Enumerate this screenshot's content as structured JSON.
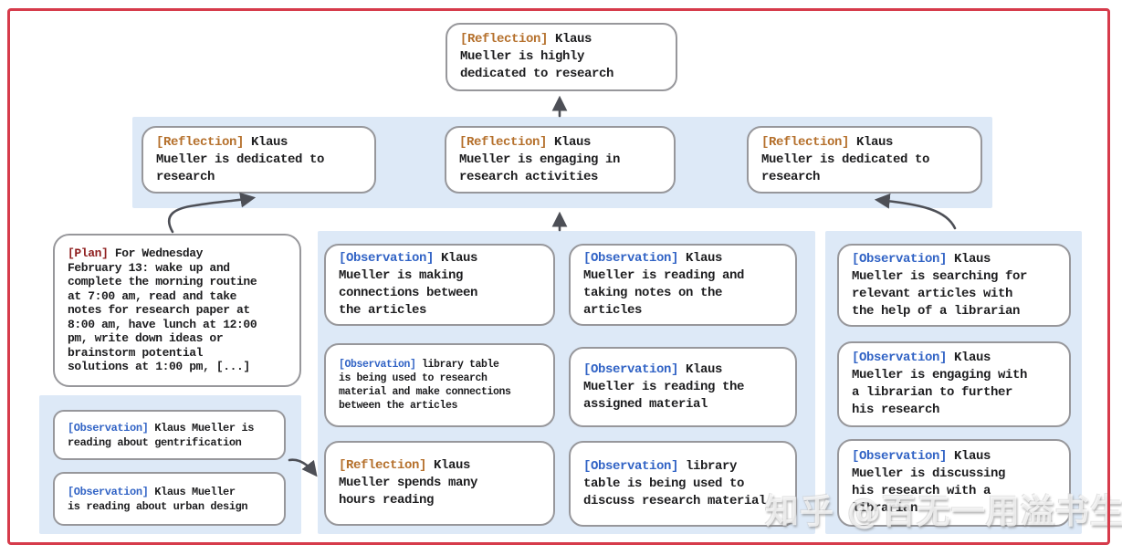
{
  "watermark": "知乎 @百无一用溢书生",
  "root_node": {
    "tag": "[Reflection]",
    "text": "Klaus\nMueller is highly\ndedicated to research"
  },
  "reflection_row": [
    {
      "tag": "[Reflection]",
      "text": "Klaus\nMueller is dedicated to\nresearch"
    },
    {
      "tag": "[Reflection]",
      "text": "Klaus\nMueller is engaging in\nresearch activities"
    },
    {
      "tag": "[Reflection]",
      "text": "Klaus\nMueller is dedicated to\nresearch"
    }
  ],
  "plan_node": {
    "tag": "[Plan]",
    "text": "For Wednesday\nFebruary 13: wake up and\ncomplete the morning routine\nat 7:00 am, read and take\nnotes for research paper at\n8:00 am, have lunch at 12:00\npm, write down ideas or\nbrainstorm potential\nsolutions at 1:00 pm, [...]"
  },
  "left_panel": [
    {
      "tag": "[Observation]",
      "text": "Klaus Mueller is\nreading about gentrification"
    },
    {
      "tag": "[Observation]",
      "text": "Klaus Mueller\nis reading about urban design"
    }
  ],
  "middle_panel_col1": [
    {
      "tag": "[Observation]",
      "text": "Klaus\nMueller is making\nconnections between\nthe articles"
    },
    {
      "tag": "[Observation]",
      "text": "library table\nis being used to research\nmaterial and make connections\nbetween the articles"
    },
    {
      "tag": "[Reflection]",
      "text": "Klaus\nMueller spends many\nhours reading"
    }
  ],
  "middle_panel_col2": [
    {
      "tag": "[Observation]",
      "text": "Klaus\nMueller is reading and\ntaking notes on the\narticles"
    },
    {
      "tag": "[Observation]",
      "text": "Klaus\nMueller is reading the\nassigned material"
    },
    {
      "tag": "[Observation]",
      "text": "library\ntable is being used to\ndiscuss research material"
    }
  ],
  "right_panel": [
    {
      "tag": "[Observation]",
      "text": "Klaus\nMueller is searching for\nrelevant articles with\nthe help of a librarian"
    },
    {
      "tag": "[Observation]",
      "text": "Klaus\nMueller is engaging with\na librarian to further\nhis research"
    },
    {
      "tag": "[Observation]",
      "text": "Klaus\nMueller is discussing\nhis research with a\nlibrarian"
    }
  ],
  "colors": {
    "frame_red": "#d63b4b",
    "panel_blue": "#dde9f7",
    "box_border": "#97979b",
    "reflection_label": "#b5702c",
    "observation_label": "#3163c5",
    "plan_label": "#8f1f1f",
    "arrow_gray": "#4d4f56"
  }
}
